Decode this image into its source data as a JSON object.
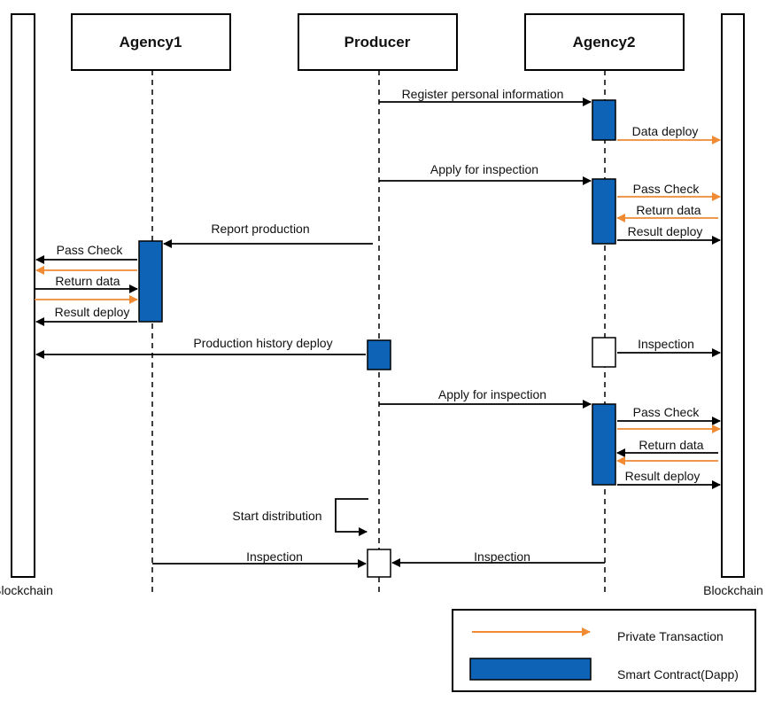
{
  "participants": {
    "agency1": "Agency1",
    "producer": "Producer",
    "agency2": "Agency2",
    "blockchain_left": "Blockchain",
    "blockchain_right": "Blockchain"
  },
  "messages": {
    "register": "Register personal information",
    "data_deploy": "Data deploy",
    "apply1": "Apply for inspection",
    "pass_check_a2_1": "Pass Check",
    "return_data_a2_1": "Return data",
    "result_deploy_a2_1": "Result deploy",
    "report_production": "Report production",
    "pass_check_a1": "Pass Check",
    "return_data_a1": "Return data",
    "result_deploy_a1": "Result deploy",
    "production_history": "Production history deploy",
    "inspection_a2": "Inspection",
    "apply2": "Apply for inspection",
    "pass_check_a2_2": "Pass Check",
    "return_data_a2_2": "Return data",
    "result_deploy_a2_2": "Result deploy",
    "start_distribution": "Start distribution",
    "inspection_a1_p": "Inspection",
    "inspection_a2_p": "Inspection"
  },
  "legend": {
    "private_transaction": "Private Transaction",
    "smart_contract": "Smart Contract(Dapp)"
  },
  "colors": {
    "private": "#F08A33",
    "contract": "#0E63B7",
    "line": "#000000"
  }
}
